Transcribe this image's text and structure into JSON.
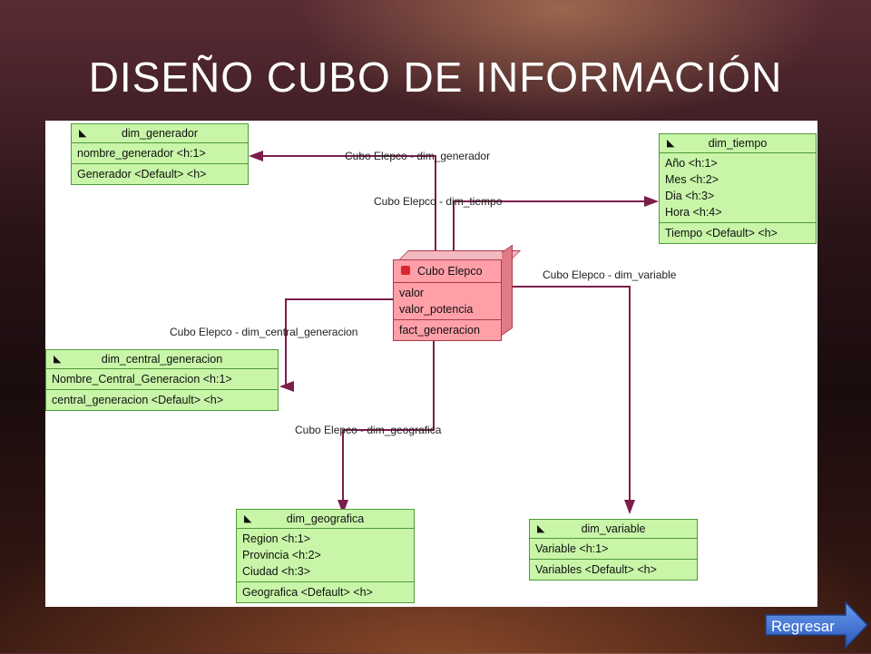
{
  "title": "DISEÑO CUBO DE INFORMACIÓN",
  "fact": {
    "name": "Cubo Elepco",
    "measures": [
      "valor",
      "valor_potencia"
    ],
    "fact_name": "fact_generacion"
  },
  "dimensions": {
    "generador": {
      "name": "dim_generador",
      "levels": [
        "nombre_generador  <h:1>"
      ],
      "hierarchy": "Generador  <Default>  <h>"
    },
    "tiempo": {
      "name": "dim_tiempo",
      "levels": [
        "Año   <h:1>",
        "Mes   <h:2>",
        "Dia   <h:3>",
        "Hora  <h:4>"
      ],
      "hierarchy": "Tiempo  <Default>  <h>"
    },
    "central": {
      "name": "dim_central_generacion",
      "levels": [
        "Nombre_Central_Generacion  <h:1>"
      ],
      "hierarchy": "central_generacion  <Default>  <h>"
    },
    "geografica": {
      "name": "dim_geografica",
      "levels": [
        "Region      <h:1>",
        "Provincia  <h:2>",
        "Ciudad      <h:3>"
      ],
      "hierarchy": "Geografica  <Default>  <h>"
    },
    "variable": {
      "name": "dim_variable",
      "levels": [
        "Variable  <h:1>"
      ],
      "hierarchy": "Variables  <Default>  <h>"
    }
  },
  "relations": {
    "generador": "Cubo Elepco - dim_generador",
    "tiempo": "Cubo Elepco - dim_tiempo",
    "variable": "Cubo Elepco - dim_variable",
    "central": "Cubo Elepco - dim_central_generacion",
    "geografica": "Cubo Elepco - dim_geografica"
  },
  "nav": {
    "back_label": "Regresar"
  },
  "colors": {
    "dimension_fill": "#c8f5a8",
    "fact_fill": "#ff9fa8",
    "connector": "#7a1e4a",
    "button": "#3a6fd0"
  }
}
